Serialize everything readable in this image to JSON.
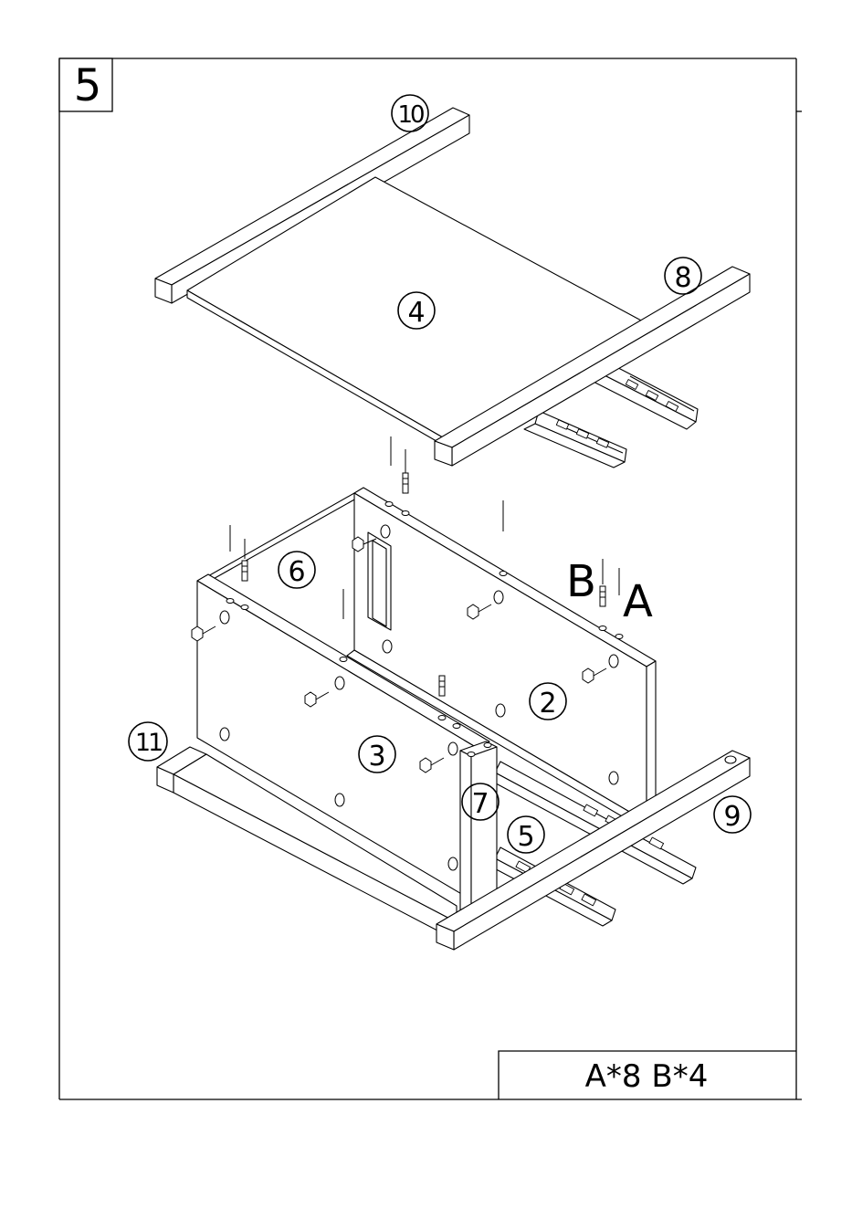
{
  "step": {
    "number": "5"
  },
  "parts": [
    {
      "id": "p10",
      "label": "10"
    },
    {
      "id": "p8",
      "label": "8"
    },
    {
      "id": "p4",
      "label": "4"
    },
    {
      "id": "p6",
      "label": "6"
    },
    {
      "id": "p2",
      "label": "2"
    },
    {
      "id": "p3",
      "label": "3"
    },
    {
      "id": "p11",
      "label": "11"
    },
    {
      "id": "p7",
      "label": "7"
    },
    {
      "id": "p5",
      "label": "5"
    },
    {
      "id": "p9",
      "label": "9"
    }
  ],
  "hardware": {
    "a_label": "A",
    "b_label": "B"
  },
  "quantity": {
    "text": "A*8 B*4"
  }
}
